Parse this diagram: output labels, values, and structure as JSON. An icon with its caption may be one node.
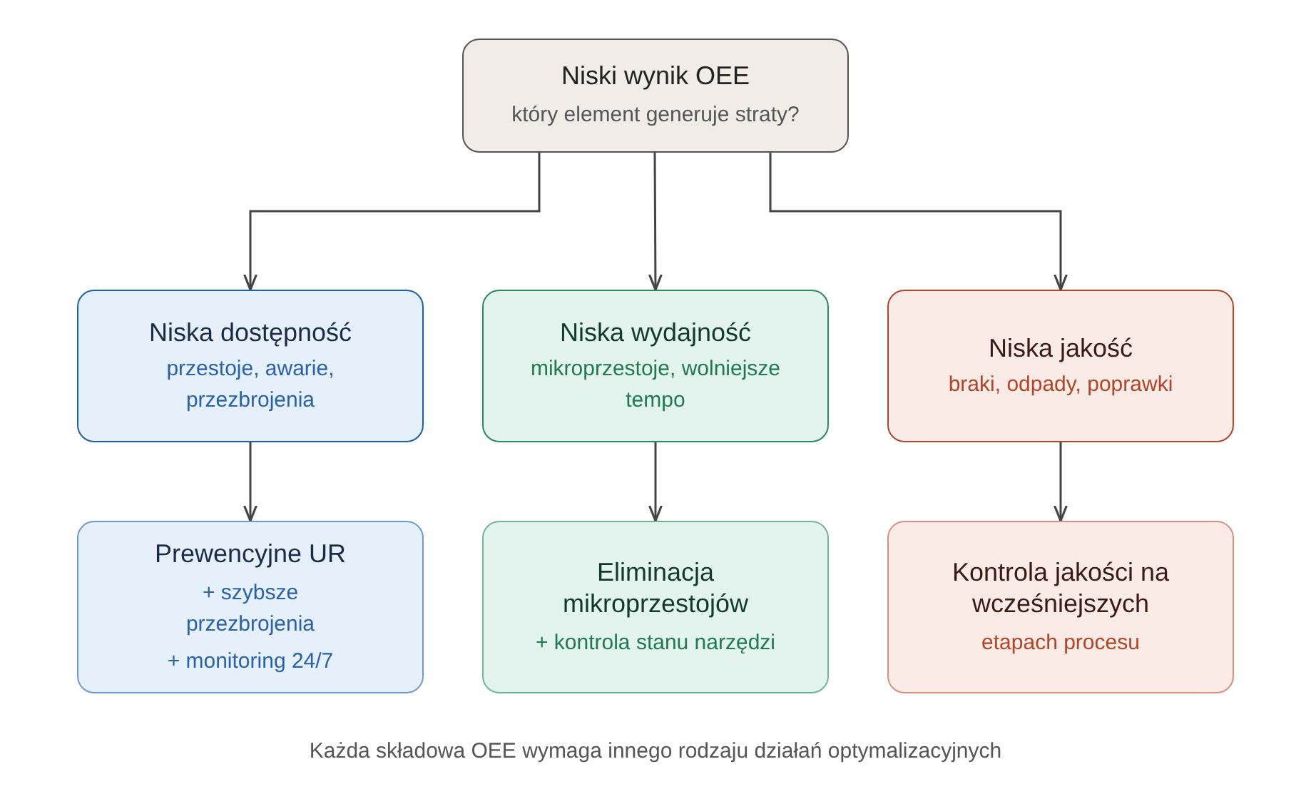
{
  "diagram": {
    "caption": "Każda składowa OEE wymaga innego rodzaju działań optymalizacyjnych",
    "nodes": [
      {
        "text": [
          "Niski wynik OEE",
          "który element generuje straty?"
        ]
      },
      {
        "text": [
          "Niska dostępność",
          "przestoje, awarie, przezbrojenia"
        ]
      },
      {
        "text": [
          "Niska wydajność",
          "mikroprzestoje, wolniejsze tempo"
        ]
      },
      {
        "text": [
          "Niska jakość",
          "braki, odpady, poprawki"
        ]
      },
      {
        "text": [
          "Prewencyjne UR",
          "+ szybsze przezbrojenia",
          "+ monitoring 24/7"
        ]
      },
      {
        "text": [
          "Eliminacja mikroprzestojów",
          "+ kontrola stanu narzędzi"
        ]
      },
      {
        "text": [
          "Kontrola jakości na wcześniejszych",
          "etapach procesu"
        ]
      }
    ],
    "edges": [
      {
        "from": 0,
        "to": 1,
        "arrow": "to"
      },
      {
        "from": 0,
        "to": 2,
        "arrow": "to"
      },
      {
        "from": 0,
        "to": 3,
        "arrow": "to"
      },
      {
        "from": 1,
        "to": 4,
        "arrow": "to"
      },
      {
        "from": 2,
        "to": 5,
        "arrow": "to"
      },
      {
        "from": 3,
        "to": 6,
        "arrow": "to"
      }
    ]
  }
}
